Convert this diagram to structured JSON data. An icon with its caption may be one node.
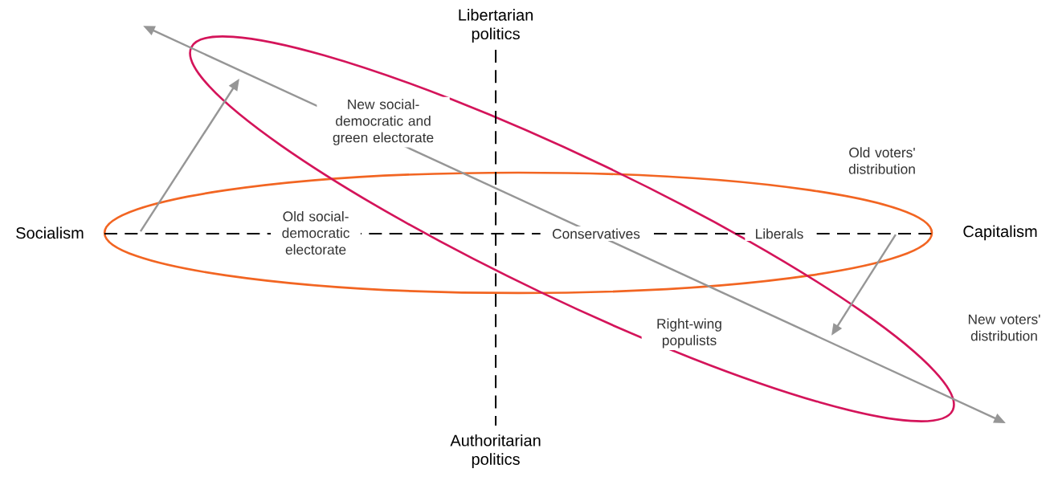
{
  "diagram": {
    "labels": [
      "Libertarian politics",
      "New social-democratic and green electorate",
      "Old voters' distribution",
      "Socialism",
      "Old social-democratic electorate",
      "Conservatives",
      "Liberals",
      "Capitalism",
      "Right-wing populists",
      "New voters' distribution",
      "Authoritarian politics"
    ]
  }
}
